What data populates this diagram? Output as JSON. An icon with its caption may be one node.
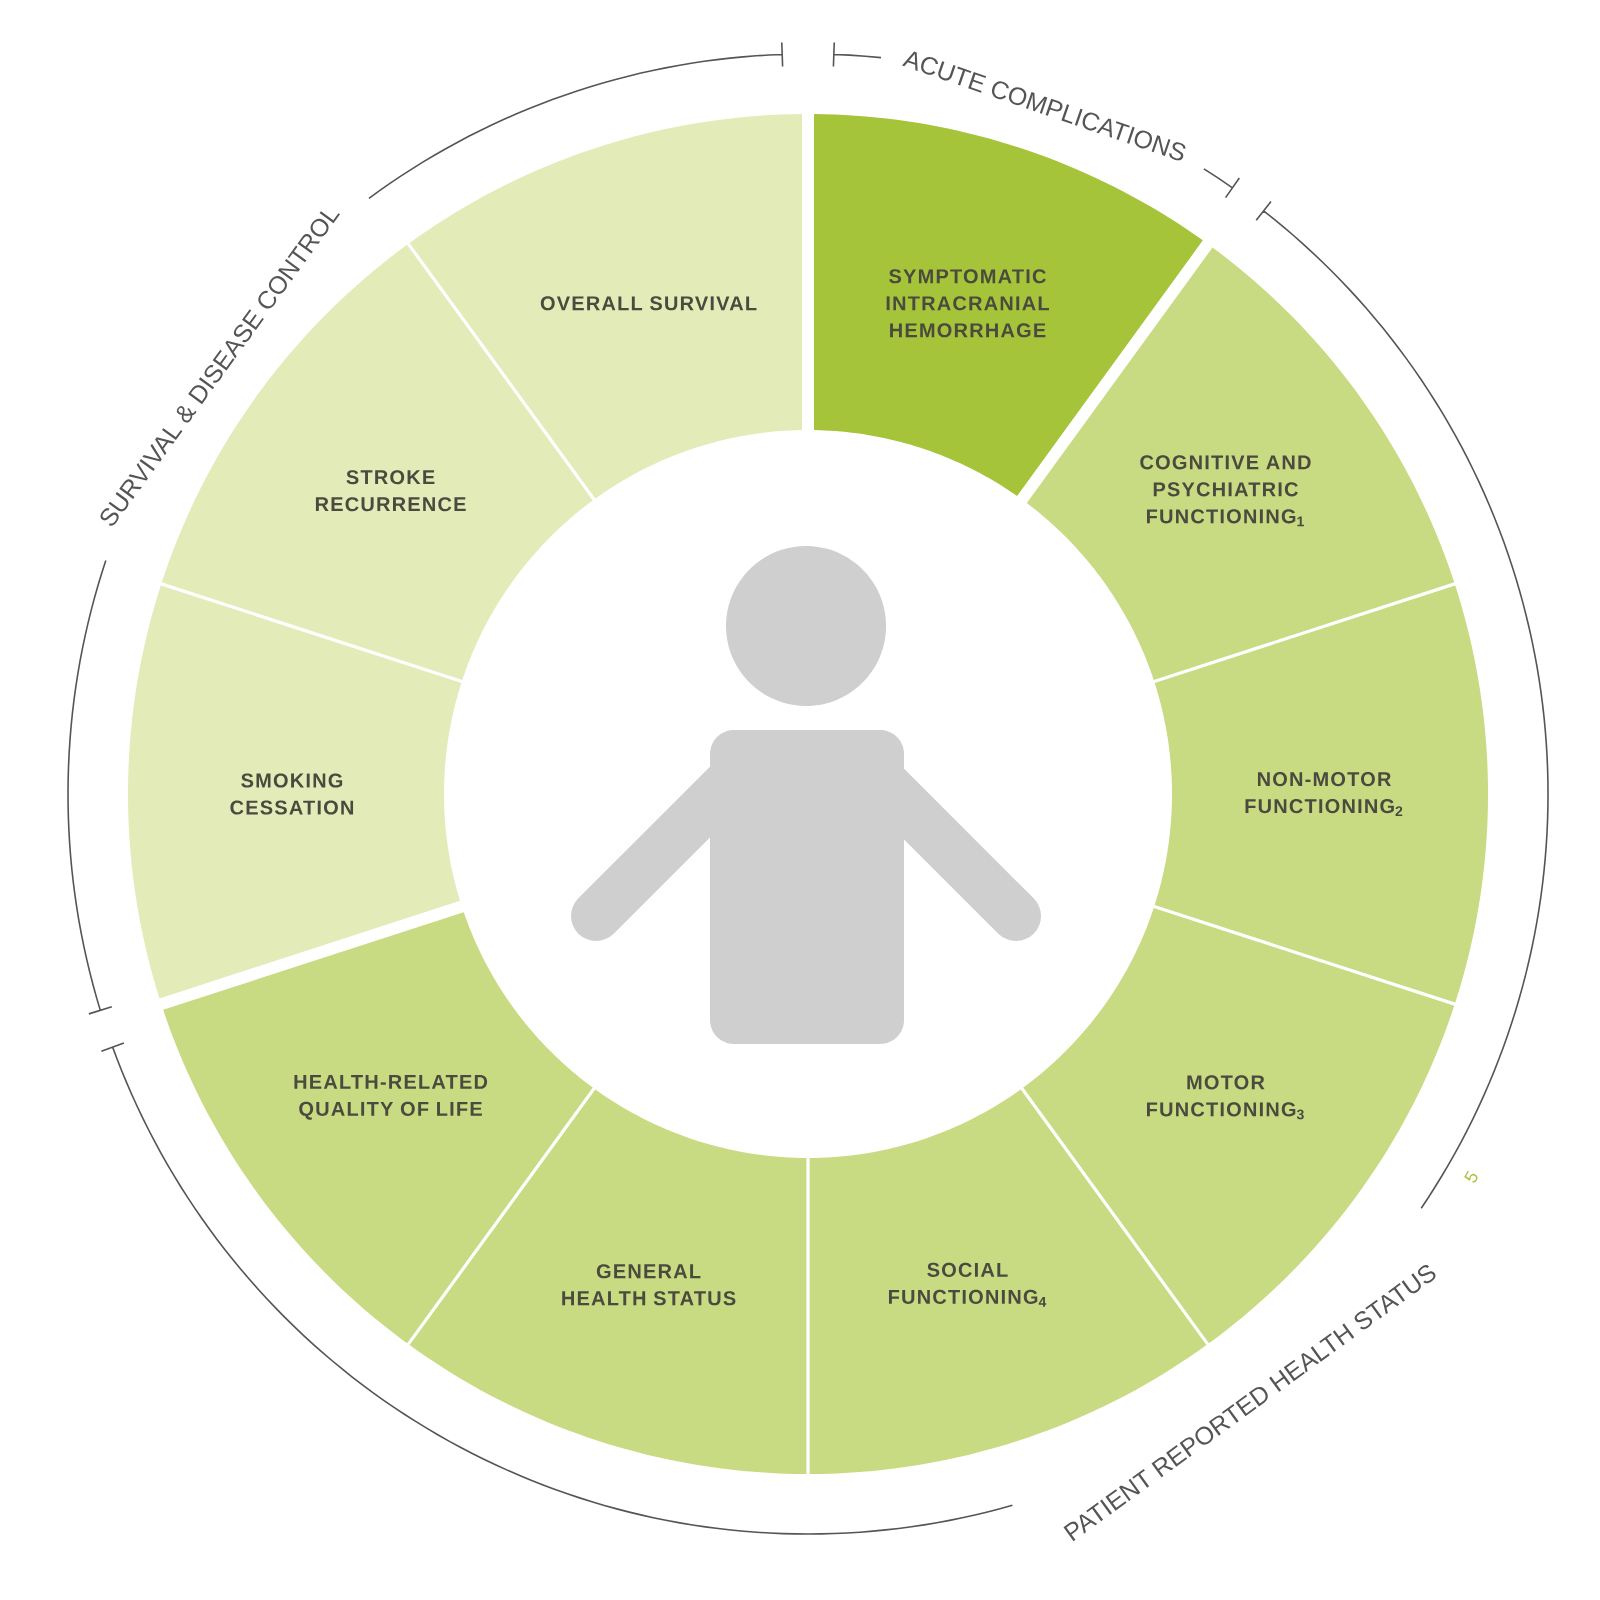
{
  "diagram": {
    "nodes": [
      {
        "text": [
          "SYMPTOMATIC INTRACRANIAL HEMORRHAGE"
        ]
      },
      {
        "text": [
          "COGNITIVE AND PSYCHIATRIC FUNCTIONING$_{1}$"
        ]
      },
      {
        "text": [
          "NON-MOTOR FUNCTIONING$_{2}$"
        ]
      },
      {
        "text": [
          "MOTOR FUNCTIONING$_{3}$"
        ]
      },
      {
        "text": [
          "SOCIAL FUNCTIONING$_{4}$"
        ]
      },
      {
        "text": [
          "GENERAL HEALTH STATUS"
        ]
      },
      {
        "text": [
          "HEALTH-RELATED QUALITY OF LIFE"
        ]
      },
      {
        "text": [
          "SMOKING CESSATION"
        ]
      },
      {
        "text": [
          "STROKE RECURRENCE"
        ]
      },
      {
        "text": [
          "OVERALL SURVIVAL"
        ]
      }
    ],
    "labels": [
      "ACUTE COMPLICATIONS",
      "SURVIVAL & DISEASE CONTROL",
      "PATIENT REPORTED HEALTH STATUS",
      "5"
    ]
  }
}
